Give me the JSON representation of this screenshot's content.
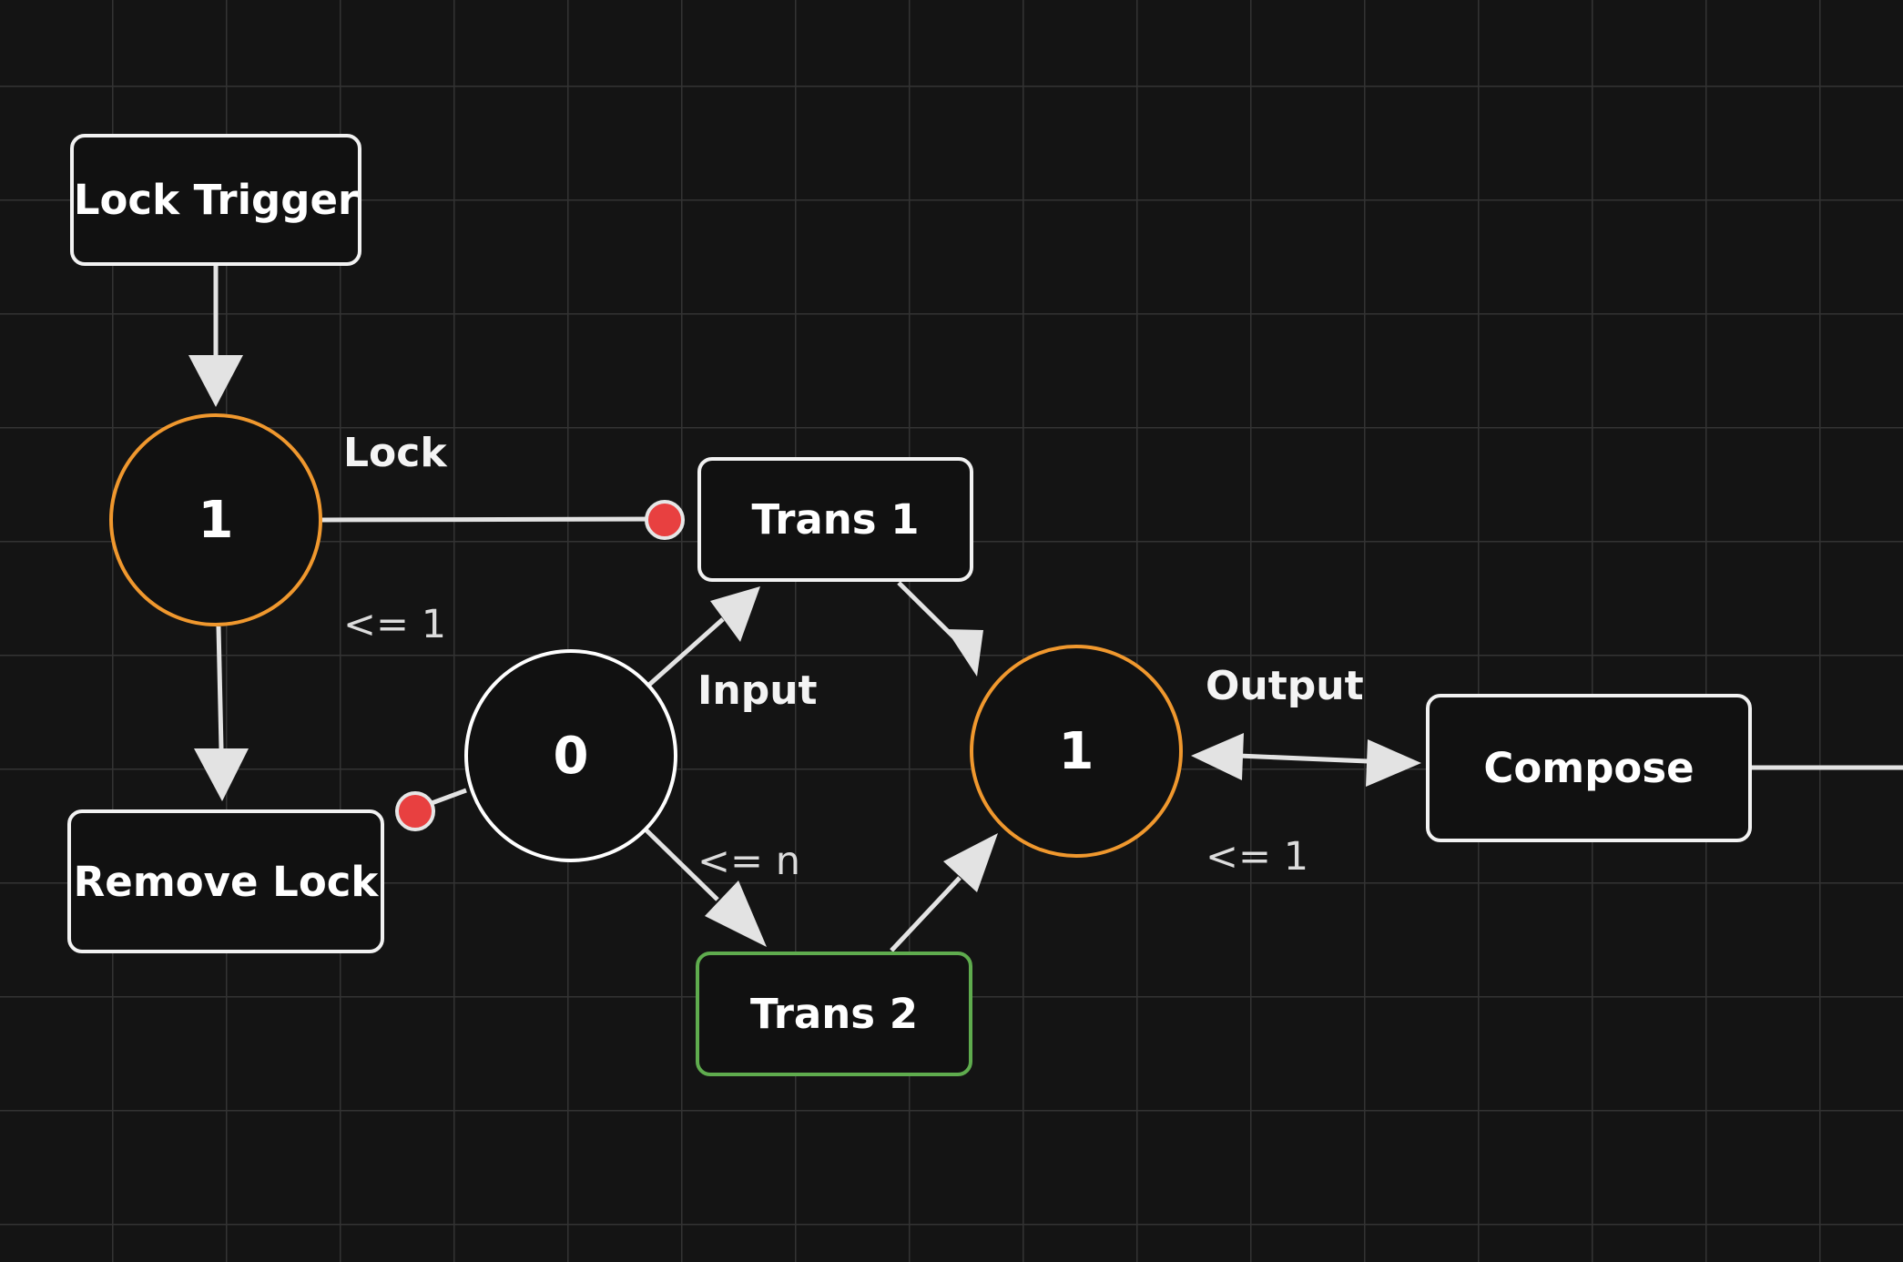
{
  "colors": {
    "background": "#141414",
    "grid": "#333333",
    "node_fill": "#111111",
    "node_border": "#f2f2f2",
    "marked_place_border": "#f0982e",
    "active_transition_border": "#5fac4e",
    "edge": "#e3e3e3",
    "inhibitor_dot": "#e84040"
  },
  "transitions": {
    "lock_trigger": "Lock Trigger",
    "remove_lock": "Remove Lock",
    "trans1": "Trans 1",
    "trans2": "Trans 2",
    "compose": "Compose"
  },
  "places": {
    "lock_place_tokens": "1",
    "input_place_tokens": "0",
    "output_place_tokens": "1"
  },
  "arc_labels": {
    "lock": "Lock",
    "input": "Input",
    "output": "Output"
  },
  "capacity_labels": {
    "lock_capacity": "<= 1",
    "input_capacity": "<= n",
    "output_capacity": "<= 1"
  },
  "icons": {
    "arrowhead": "triangle-arrowhead",
    "inhibitor": "red-dot-inhibitor"
  }
}
